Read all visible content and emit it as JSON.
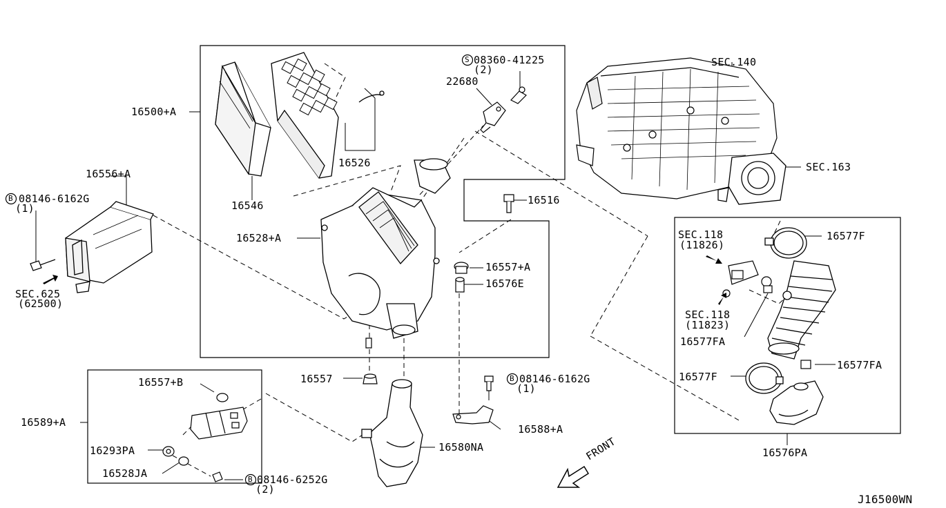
{
  "diagram_code": "J16500WN",
  "front_label": "FRONT",
  "labels": {
    "p16500A": "16500+A",
    "p16526": "16526",
    "p16546": "16546",
    "p22680": "22680",
    "s08360": "08360-41225",
    "s08360_qty": "(2)",
    "p16556A": "16556+A",
    "b08146_top": "08146-6162G",
    "b08146_top_qty": "(1)",
    "sec625": "SEC.625",
    "sec625_sub": "(62500)",
    "p16528A": "16528+A",
    "p16516": "16516",
    "p16557A": "16557+A",
    "p16576E": "16576E",
    "p16557": "16557",
    "b08146_mid": "08146-6162G",
    "b08146_mid_qty": "(1)",
    "p16588A": "16588+A",
    "p16580NA": "16580NA",
    "p16557B": "16557+B",
    "p16589A": "16589+A",
    "p16293PA": "16293PA",
    "p16528JA": "16528JA",
    "b08146_bot": "08146-6252G",
    "b08146_bot_qty": "(2)",
    "sec140": "SEC.140",
    "sec163": "SEC.163",
    "sec118a": "SEC.118",
    "sec118a_sub": "(11826)",
    "sec118b": "SEC.118",
    "sec118b_sub": "(11823)",
    "p16577F_top": "16577F",
    "p16577FA_left": "16577FA",
    "p16577FA_right": "16577FA",
    "p16577F_bot": "16577F",
    "p16576PA": "16576PA"
  },
  "symbols": {
    "S": "S",
    "B": "B"
  }
}
